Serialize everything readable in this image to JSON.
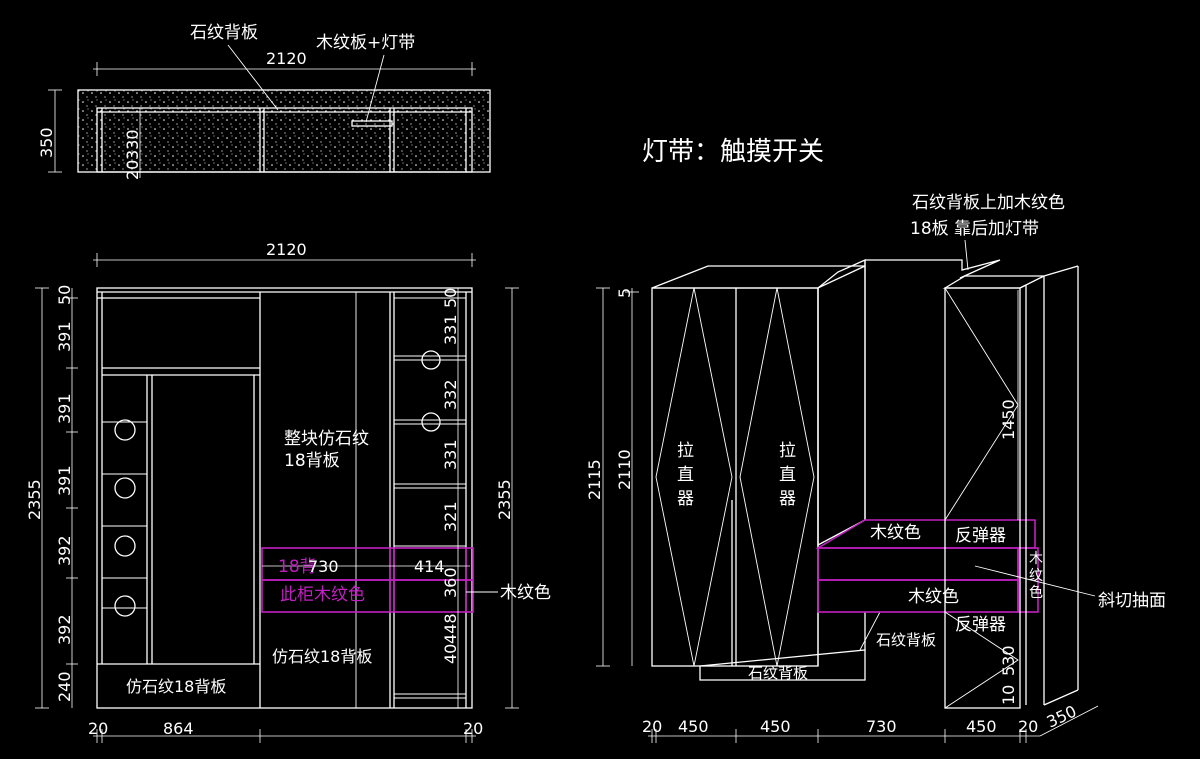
{
  "title": "灯带：触摸开关",
  "colors": {
    "background": "#000000",
    "line": "#ffffff",
    "accent": "#c020c0"
  },
  "plan_view": {
    "label_stone": "石纹背板",
    "label_wood": "木纹板+灯带",
    "width": "2120",
    "depth": "350",
    "inner_330": "330",
    "inner_20": "20"
  },
  "front_view": {
    "width": "2120",
    "height_left": "2355",
    "height_right": "2355",
    "left_dims": [
      "50",
      "391",
      "391",
      "391",
      "392",
      "392",
      "240"
    ],
    "right_dims": [
      "50",
      "331",
      "332",
      "331",
      "321",
      "360",
      "448",
      "40"
    ],
    "bottom_dims": [
      "20",
      "864",
      "20"
    ],
    "center_text_line1": "整块仿石纹",
    "center_text_line2": "18背板",
    "overlap_18": "18背",
    "overlap_730": "730",
    "magenta_label": "此柜木纹色",
    "dim_414": "414",
    "wood_label": "木纹色",
    "center_lower": "仿石纹18背板",
    "left_lower": "仿石纹18背板"
  },
  "iso_view": {
    "note_line1": "石纹背板上加木纹色",
    "note_line2": "18板 靠后加灯带",
    "door_handle_chars": [
      "拉",
      "直",
      "器"
    ],
    "wood_upper": "木纹色",
    "wood_lower": "木纹色",
    "rebound_upper": "反弹器",
    "rebound_lower": "反弹器",
    "wood_vertical": [
      "木",
      "纹",
      "色"
    ],
    "bevel_label": "斜切抽面",
    "stone_right": "石纹背板",
    "stone_bottom": "石纹背板",
    "height_2115": "2115",
    "height_2110": "2110",
    "top_5": "5",
    "dim_1450": "1450",
    "dim_530": "530",
    "dim_10": "10",
    "bottom_dims": [
      "20",
      "450",
      "450",
      "730",
      "450",
      "20"
    ],
    "depth_350": "350"
  }
}
